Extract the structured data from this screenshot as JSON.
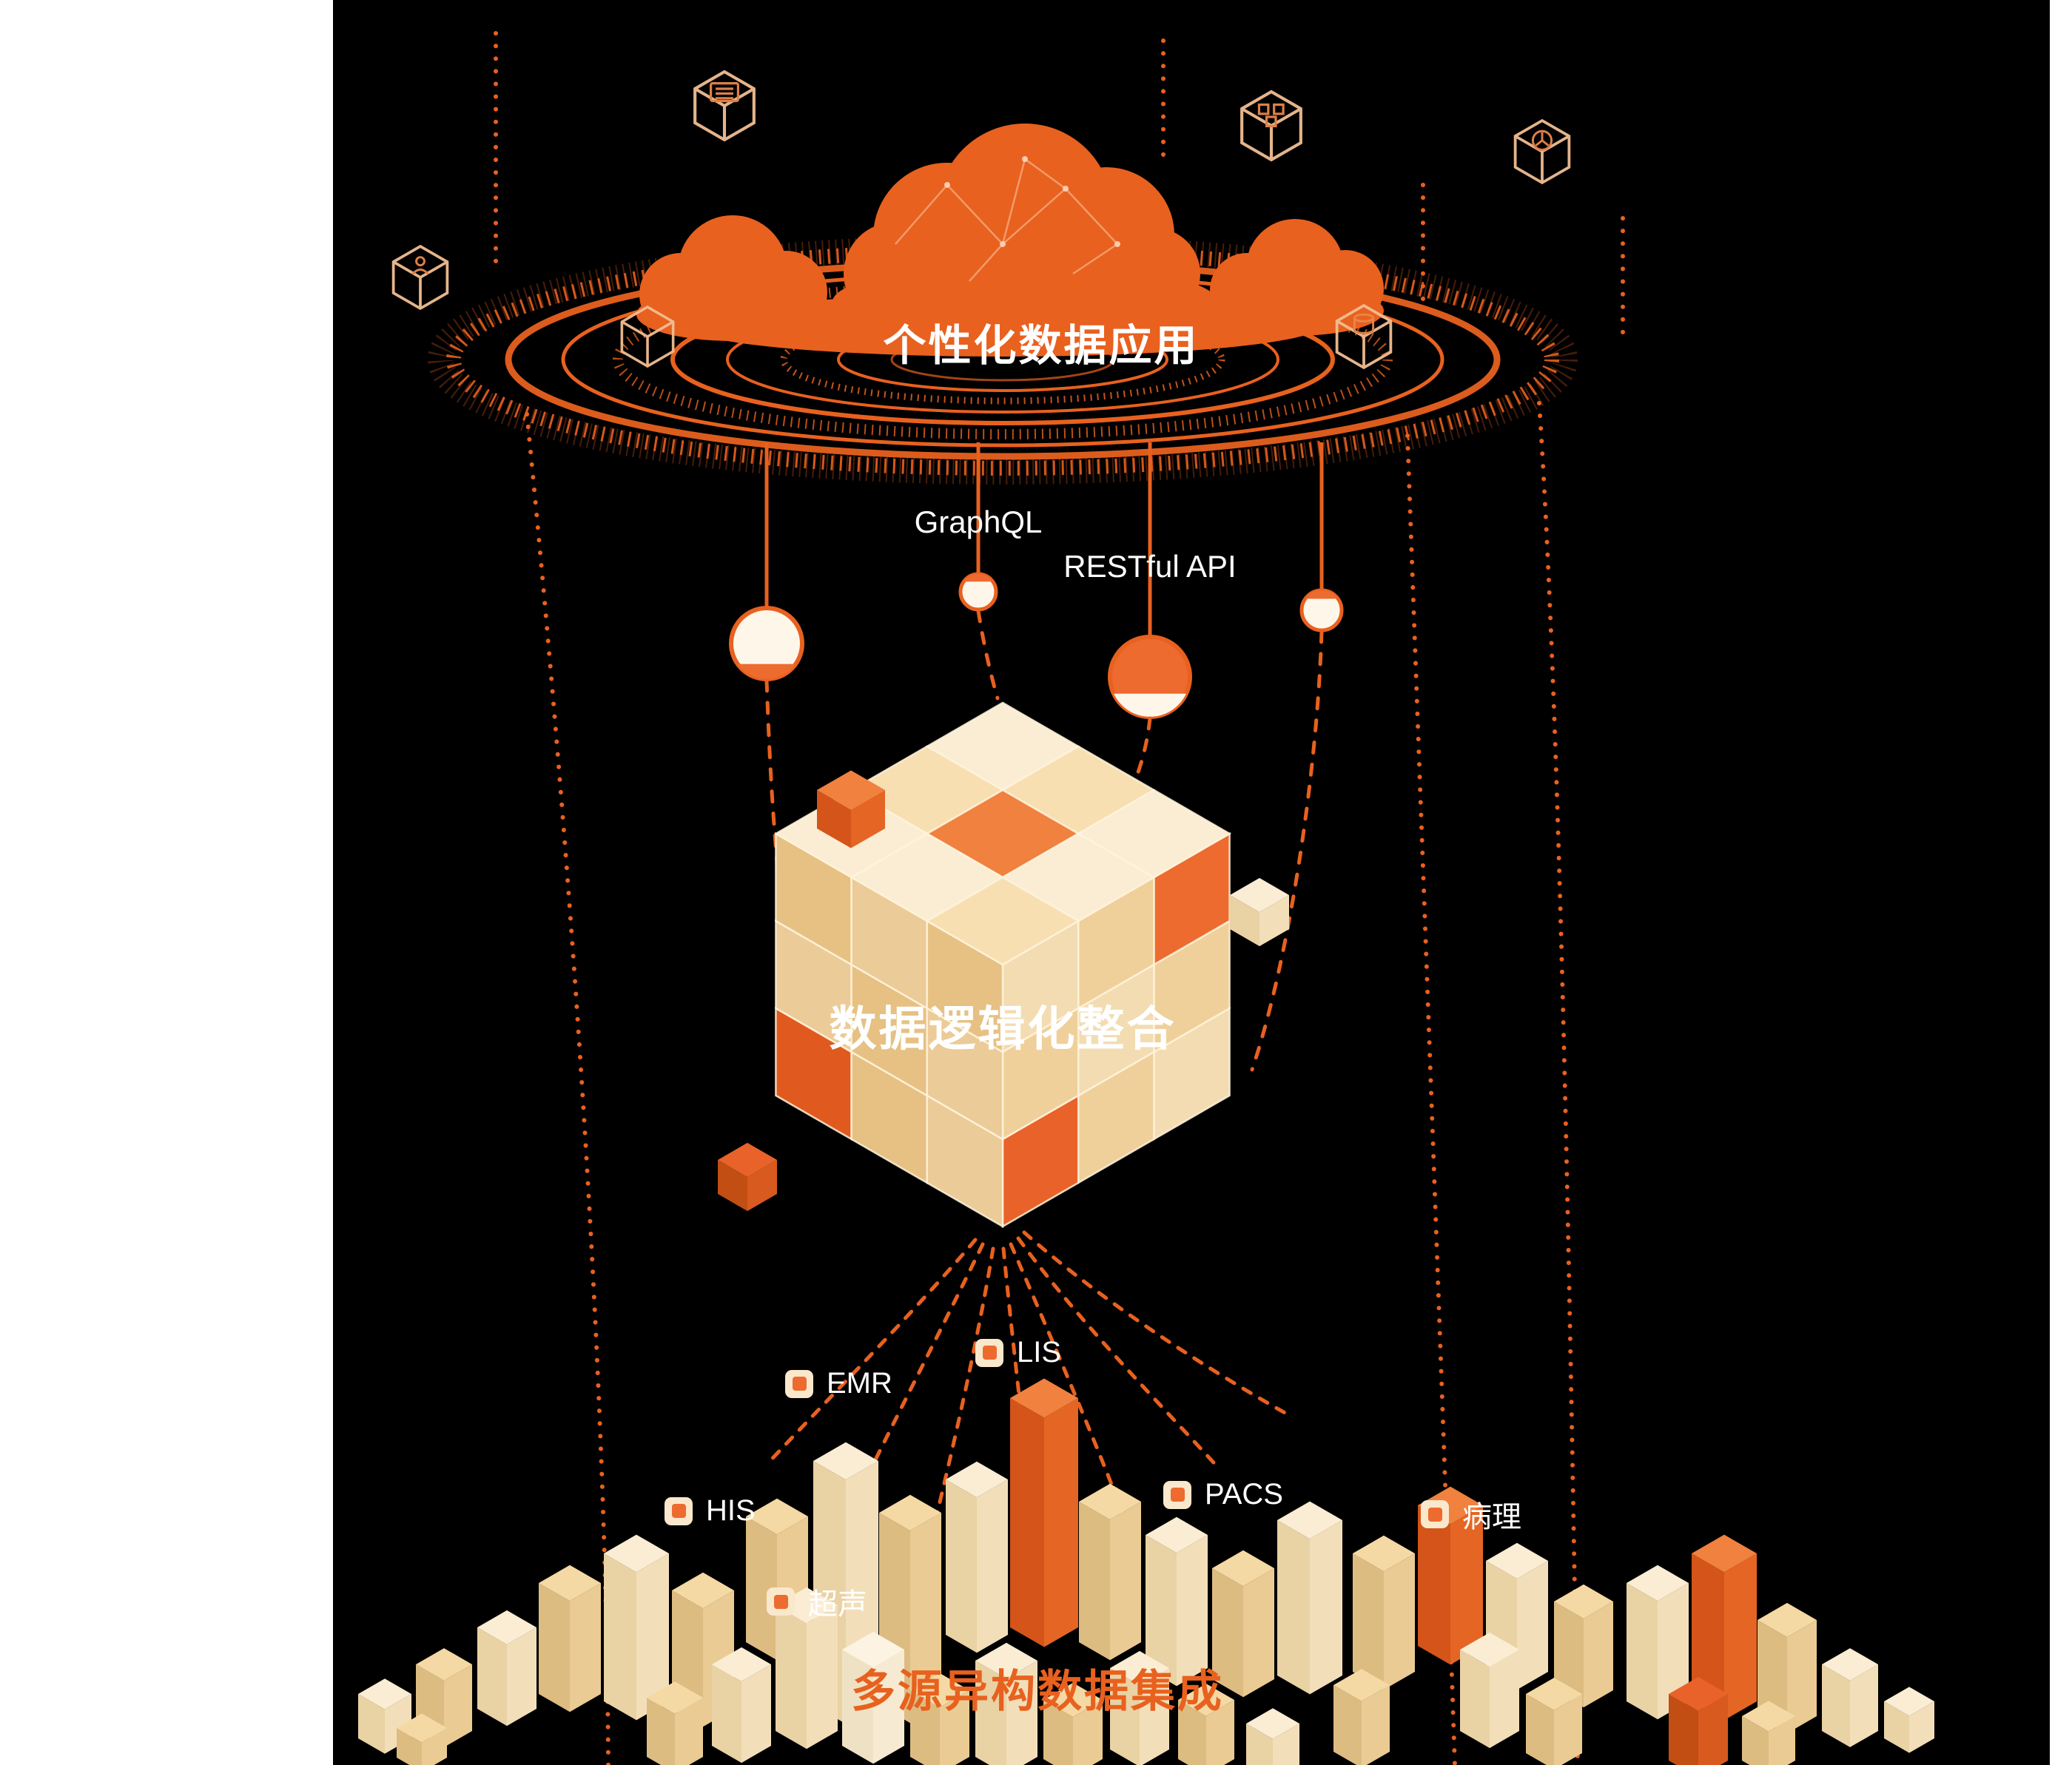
{
  "meta": {
    "background": "#000000",
    "accent": "#E8611F",
    "orange": "#ED6B2F",
    "cream": "#F8E7C6"
  },
  "layers": {
    "top": {
      "title": "个性化数据应用",
      "icons": [
        "server-icon",
        "modules-icon",
        "network-icon",
        "person-icon",
        "box-icon",
        "database-icon"
      ]
    },
    "middle": {
      "title": "数据逻辑化整合",
      "apis": [
        {
          "label": "GraphQL"
        },
        {
          "label": "RESTful API"
        }
      ]
    },
    "bottom": {
      "title": "多源异构数据集成",
      "sources": [
        {
          "label": "LIS"
        },
        {
          "label": "EMR"
        },
        {
          "label": "HIS"
        },
        {
          "label": "PACS"
        },
        {
          "label": "病理"
        },
        {
          "label": "超声"
        }
      ]
    }
  }
}
